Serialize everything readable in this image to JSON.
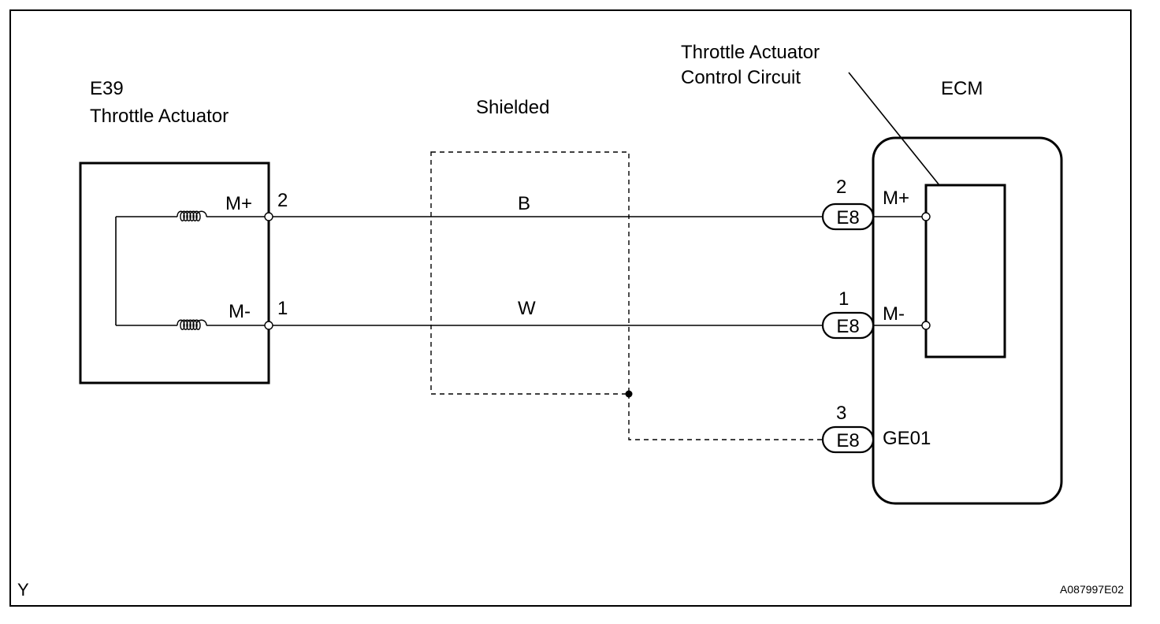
{
  "component_left": {
    "code": "E39",
    "name": "Throttle Actuator",
    "pins": [
      {
        "label": "M+",
        "number": "2"
      },
      {
        "label": "M-",
        "number": "1"
      }
    ]
  },
  "shield": {
    "label": "Shielded"
  },
  "wires": [
    {
      "color": "B"
    },
    {
      "color": "W"
    }
  ],
  "ecm": {
    "title": "ECM",
    "circuit_label_line1": "Throttle Actuator",
    "circuit_label_line2": "Control Circuit",
    "pins": [
      {
        "number": "2",
        "connector": "E8",
        "label": "M+"
      },
      {
        "number": "1",
        "connector": "E8",
        "label": "M-"
      },
      {
        "number": "3",
        "connector": "E8",
        "label": "GE01"
      }
    ]
  },
  "footer": {
    "left_mark": "Y",
    "figure_id": "A087997E02"
  }
}
